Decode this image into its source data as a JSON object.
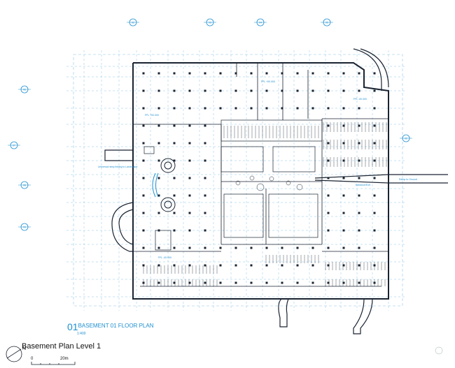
{
  "drawing": {
    "caption": "Basement Plan Level 1",
    "north_label": "N",
    "scale_bar": {
      "start": "0",
      "end": "20m"
    },
    "title_block": {
      "number": "01",
      "name": "BASEMENT 01 FLOOR PLAN",
      "scale": "1:400"
    }
  },
  "callouts": {
    "section_marks": [
      "02",
      "03",
      "04",
      "05",
      "06",
      "07",
      "08",
      "09"
    ],
    "sheet_ref": "A04-103"
  },
  "annotations": {
    "ffl_a": "FFL +00.000",
    "ffl_b": "FFL +00.000",
    "ffl_c": "FFL -00.000",
    "ffl_d": "FFL -00.000",
    "ramp_label": "Ramp to Ground",
    "entrance_note": "Entrance/Exit",
    "link_note": "Universal ramp linking to Landscape"
  },
  "colors": {
    "line": "#1a2330",
    "accent": "#1e8fd0",
    "paper": "#ffffff"
  }
}
